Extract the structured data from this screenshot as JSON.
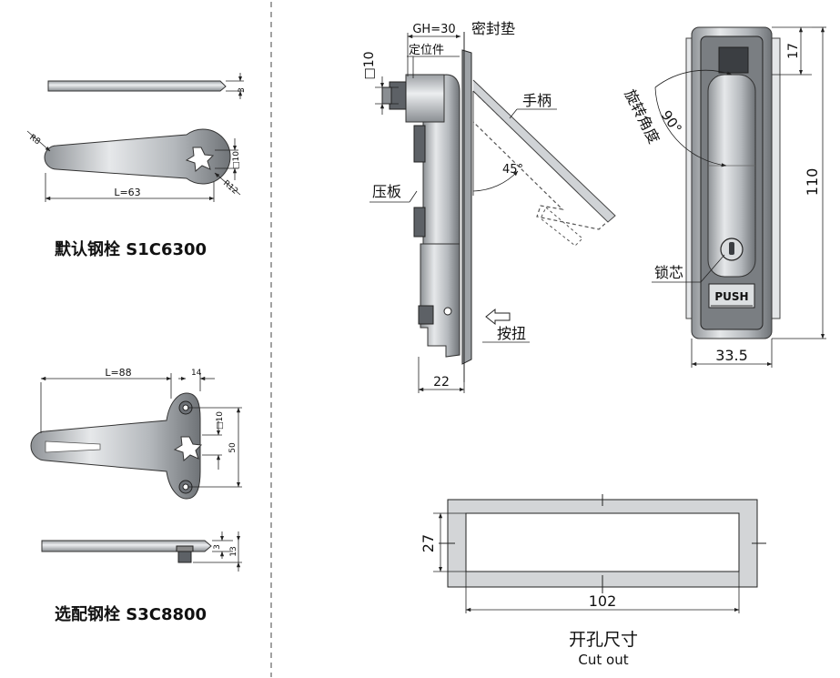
{
  "left_panel": {
    "bolt1": {
      "dim_thickness": "3",
      "dim_radius_small": "R8",
      "dim_square": "□10",
      "dim_radius_large": "R12",
      "dim_length": "L=63",
      "caption": "默认钢栓 S1C6300"
    },
    "bolt2": {
      "dim_length": "L=88",
      "dim_top": "14",
      "dim_square": "□10",
      "dim_height": "50",
      "dim_thickness": "3",
      "dim_total": "13",
      "caption": "选配钢栓 S3C8800"
    }
  },
  "side_view": {
    "label_gh": "GH=30",
    "label_gasket": "密封垫",
    "label_locator": "定位件",
    "label_square": "□10",
    "label_handle": "手柄",
    "label_angle": "45°",
    "label_pressplate": "压板",
    "label_button": "按扭",
    "dim_depth": "22"
  },
  "front_view": {
    "label_rotation_angle": "90°",
    "label_rotation": "旋转角度",
    "label_lockcore": "锁芯",
    "push_text": "PUSH",
    "dim_top": "17",
    "dim_height": "110",
    "dim_width": "33.5"
  },
  "cutout": {
    "dim_height": "27",
    "dim_width": "102",
    "title": "开孔尺寸",
    "subtitle": "Cut out"
  }
}
